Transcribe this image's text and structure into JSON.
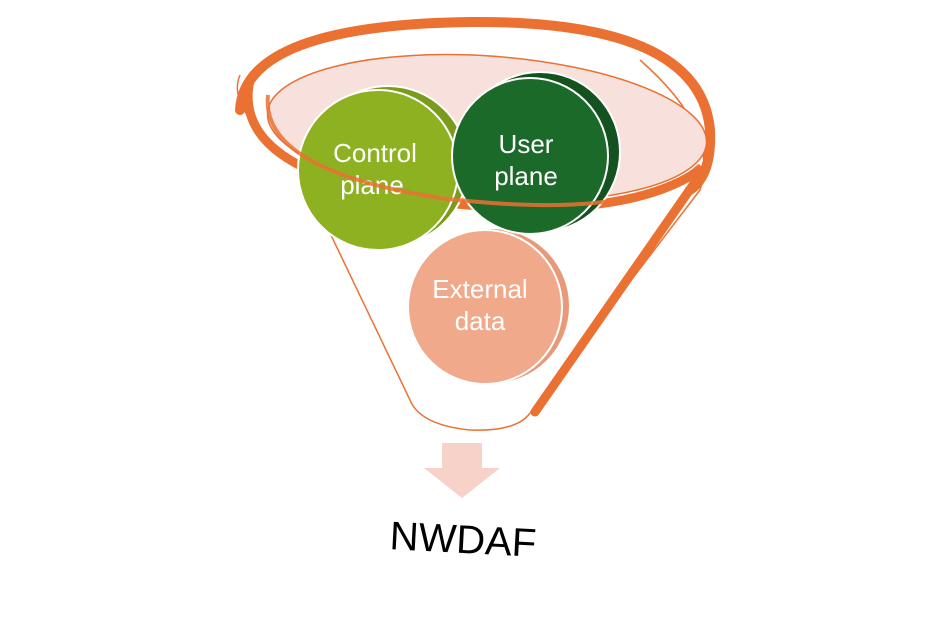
{
  "funnel": {
    "inputs": [
      {
        "line1": "Control",
        "line2": "plane",
        "color": "#8DB121",
        "shadow": "#7A9B1B"
      },
      {
        "line1": "User",
        "line2": "plane",
        "color": "#1B6A2A",
        "shadow": "#14521F"
      },
      {
        "line1": "External",
        "line2": "data",
        "color": "#F0A98A",
        "shadow": "#E89A78"
      }
    ],
    "rim_color": "#EA7132",
    "rim_fill": "#F8E1DC",
    "arrow_color": "#F6D2C9"
  },
  "output": {
    "label": "NWDAF"
  }
}
